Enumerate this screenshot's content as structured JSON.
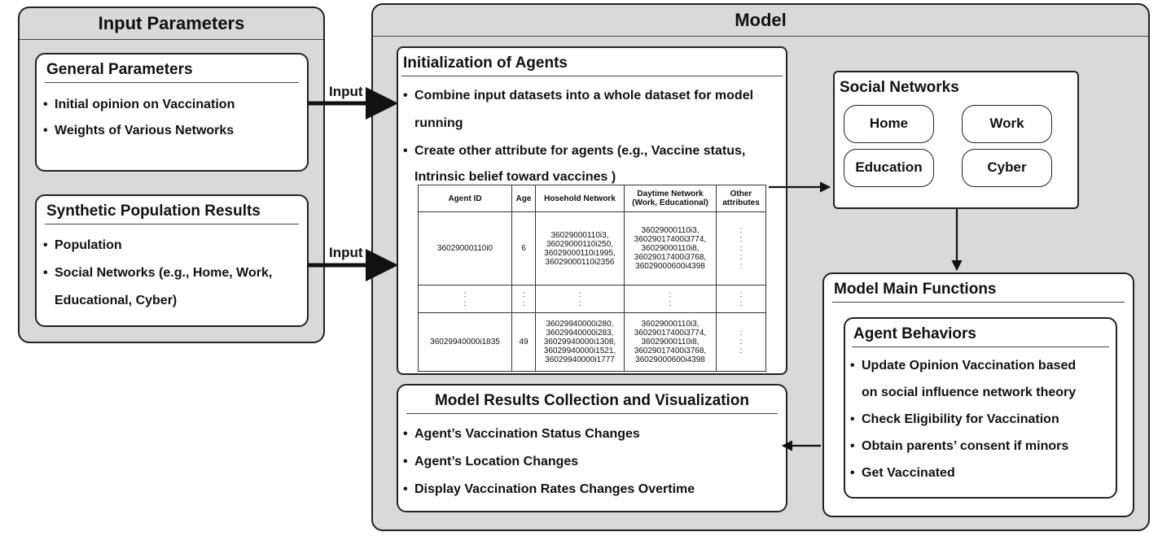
{
  "input_panel": {
    "title": "Input Parameters",
    "general": {
      "title": "General Parameters",
      "items": [
        "Initial opinion on Vaccination",
        "Weights of  Various Networks"
      ]
    },
    "synthetic": {
      "title": "Synthetic Population Results",
      "items": [
        "Population",
        "Social Networks (e.g., Home, Work,",
        "Educational, Cyber)"
      ]
    }
  },
  "arrow_labels": {
    "top": "Input",
    "bottom": "Input"
  },
  "model_panel": {
    "title": "Model",
    "init": {
      "title": "Initialization of Agents",
      "bullet1": "Combine input datasets into a whole dataset for model",
      "bullet1_cont": "running",
      "bullet2": "Create other attribute for agents (e.g., Vaccine status,",
      "bullet2_cont": "Intrinsic belief toward vaccines )",
      "table": {
        "headers": [
          "Agent ID",
          "Age",
          "Hosehold Network",
          "Daytime Network (Work, Educational)",
          "Other attributes"
        ],
        "rows": [
          {
            "id": "36029000110i0",
            "age": "6",
            "household": [
              "36029000110i3,",
              "36029000110i250,",
              "36029000110i1995,",
              "36029000110i2356"
            ],
            "daytime": [
              "36029000110i3,",
              "36029017400i3774,",
              "36029000110i8,",
              "36029017400i3768,",
              "36029000600i4398"
            ],
            "other": [
              ":",
              ":",
              ":",
              ":",
              ":"
            ]
          },
          {
            "id": ":\n:",
            "age": ":\n:",
            "household": [
              ":",
              ":"
            ],
            "daytime": [
              ":",
              ":"
            ],
            "other": [
              ":",
              ":"
            ]
          },
          {
            "id": "36029940000i1835",
            "age": "49",
            "household": [
              "36029940000i280,",
              "36029940000i283,",
              "36029940000i1308,",
              "36029940000i1521,",
              "36029940000i1777"
            ],
            "daytime": [
              "36029000110i3,",
              "36029017400i3774,",
              "36029000110i8,",
              "36029017400i3768,",
              "36029000600i4398"
            ],
            "other": [
              ":",
              ":",
              ":"
            ]
          }
        ]
      }
    },
    "social": {
      "title": "Social Networks",
      "nodes": [
        "Home",
        "Work",
        "Education",
        "Cyber"
      ]
    },
    "main_functions": {
      "title": "Model Main Functions",
      "agent_behaviors": {
        "title": "Agent Behaviors",
        "items": [
          "Update Opinion Vaccination based",
          "on social influence network theory",
          "Check Eligibility for Vaccination",
          "Obtain parents’ consent if minors",
          "Get Vaccinated"
        ]
      }
    },
    "results": {
      "title": "Model Results Collection and Visualization",
      "items": [
        "Agent’s Vaccination Status Changes",
        "Agent’s Location Changes",
        "Display Vaccination Rates Changes Overtime"
      ]
    }
  }
}
